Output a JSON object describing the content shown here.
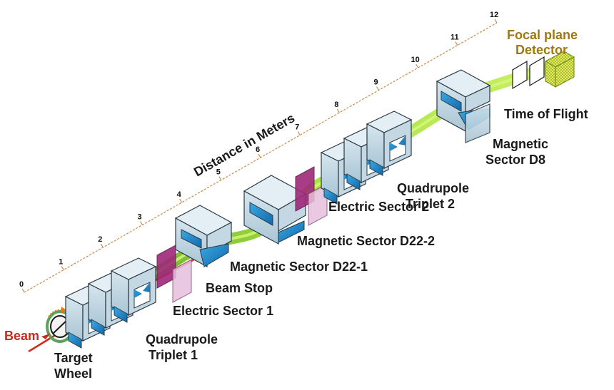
{
  "scale": {
    "title": "Distance in Meters",
    "ticks": [
      "0",
      "1",
      "2",
      "3",
      "4",
      "5",
      "6",
      "7",
      "8",
      "9",
      "10",
      "11",
      "12"
    ]
  },
  "labels": {
    "beam": "Beam",
    "target_wheel": [
      "Target",
      "Wheel"
    ],
    "quadrupole_triplet_1": [
      "Quadrupole",
      "Triplet 1"
    ],
    "electric_sector_1": "Electric Sector 1",
    "beam_stop": "Beam Stop",
    "magnetic_sector_d22_1": "Magnetic Sector D22-1",
    "magnetic_sector_d22_2": "Magnetic Sector D22-2",
    "electric_sector_2": "Electric Sector 2",
    "quadrupole_triplet_2": [
      "Quadrupole",
      "Triplet 2"
    ],
    "magnetic_sector_d8": [
      "Magnetic",
      "Sector D8"
    ],
    "time_of_flight": "Time of Flight",
    "focal_plane_detector": [
      "Focal plane",
      "Detector"
    ]
  },
  "colors": {
    "magnet_body": "#b9d3e0",
    "magnet_edge": "#2b3a45",
    "magnet_pole": "#1f8fd0",
    "beam_path": "#8fd42a",
    "primary_beam": "#d02a1a",
    "electric_plate": "#a0287a",
    "label_beam": "#c8281e",
    "label_focal": "#a07810",
    "scale_line": "#c98a4a"
  }
}
